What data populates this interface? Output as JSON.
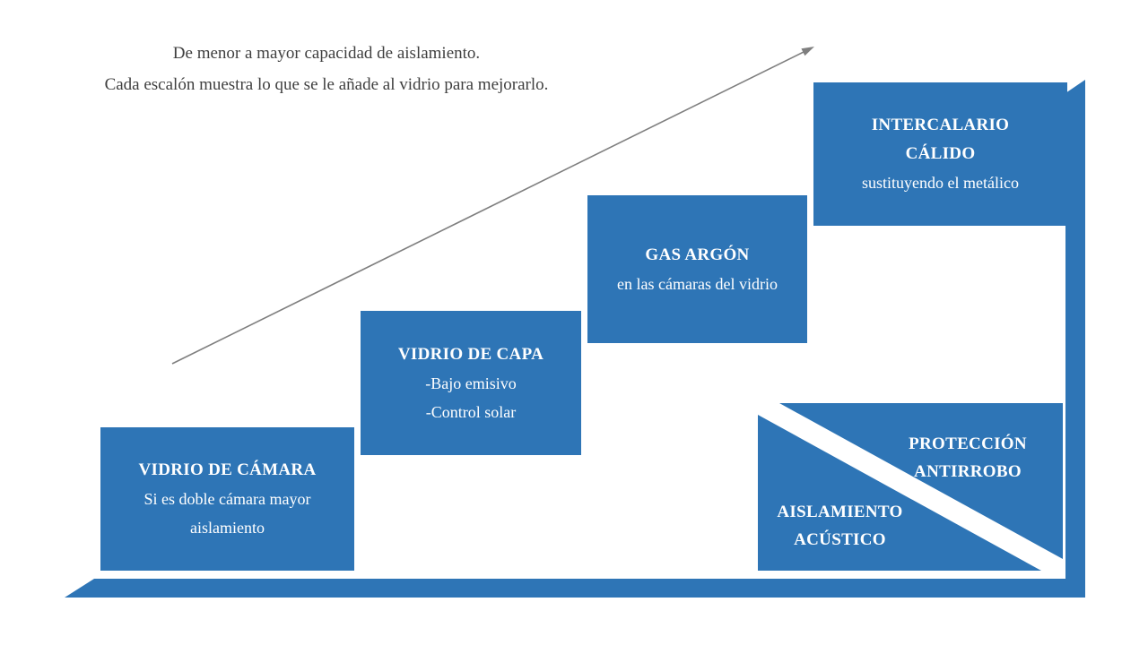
{
  "colors": {
    "box": "#2E75B6",
    "frame": "#2E75B6",
    "title_text": "#3F3F3F",
    "arrow": "#7F7F7F",
    "box_text": "#FFFFFF"
  },
  "title": {
    "line1": "De menor a mayor capacidad de aislamiento.",
    "line2": "Cada escalón muestra lo que se le añade al vidrio para mejorarlo."
  },
  "steps": [
    {
      "title_lines": [
        "VIDRIO DE CÁMARA"
      ],
      "body_lines": [
        "Si es doble cámara mayor",
        "aislamiento"
      ]
    },
    {
      "title_lines": [
        "VIDRIO DE CAPA"
      ],
      "body_lines": [
        "-Bajo emisivo",
        "-Control solar"
      ]
    },
    {
      "title_lines": [
        "GAS ARGÓN"
      ],
      "body_lines": [
        "en las cámaras del vidrio"
      ]
    },
    {
      "title_lines": [
        "INTERCALARIO",
        "CÁLIDO"
      ],
      "body_lines": [
        "sustituyendo el metálico"
      ]
    }
  ],
  "split_box": {
    "acoustic": {
      "line1": "AISLAMIENTO",
      "line2": "ACÚSTICO"
    },
    "security": {
      "line1": "PROTECCIÓN",
      "line2": "ANTIRROBO"
    }
  }
}
